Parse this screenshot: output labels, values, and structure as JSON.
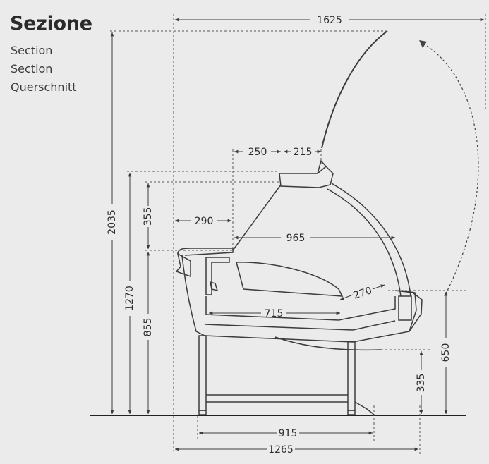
{
  "header": {
    "title": "Sezione",
    "subtitles": [
      "Section",
      "Section",
      "Querschnitt"
    ]
  },
  "dimensions": {
    "overall_width": "1625",
    "canopy_depth": "250",
    "canopy_offset": "215",
    "back_step": "290",
    "glass_span": "965",
    "glass_radius": "270",
    "tank_depth": "715",
    "leg_spacing": "915",
    "base_width": "1265",
    "total_height": "2035",
    "height_1270": "1270",
    "height_855": "855",
    "height_355": "355",
    "height_650": "650",
    "height_335": "335"
  },
  "colors": {
    "background": "#ebebeb",
    "line": "#3c3c3c",
    "text": "#2e2e2e"
  }
}
